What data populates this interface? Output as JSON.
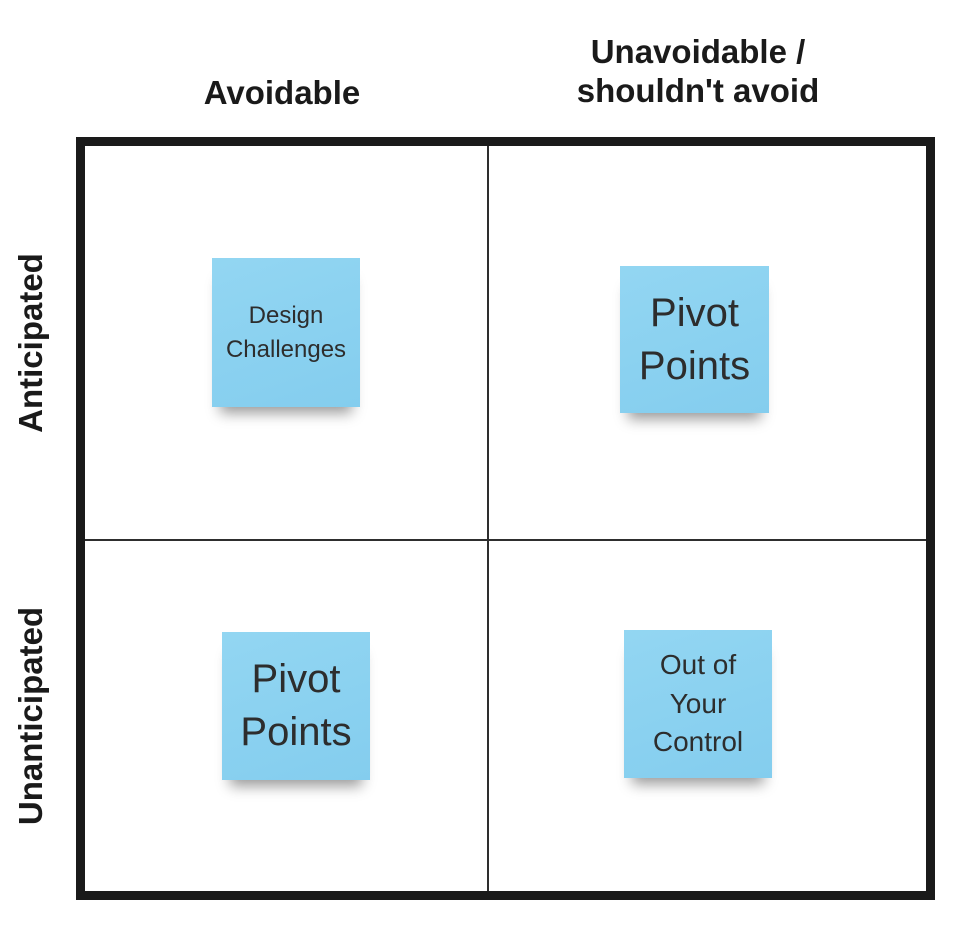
{
  "axes": {
    "col_left": "Avoidable",
    "col_right": "Unavoidable /\nshouldn't avoid",
    "row_top": "Anticipated",
    "row_bottom": "Unanticipated"
  },
  "notes": [
    {
      "quadrant": "anticipated-avoidable",
      "text": "Design\nChallenges"
    },
    {
      "quadrant": "anticipated-unavoidable",
      "text": "Pivot\nPoints"
    },
    {
      "quadrant": "unanticipated-avoidable",
      "text": "Pivot\nPoints"
    },
    {
      "quadrant": "unanticipated-unavoidable",
      "text": "Out of\nYour\nControl"
    }
  ],
  "colors": {
    "sticky_note": "#8AD1F0",
    "frame": "#1A1A1A",
    "divider": "#2E2E2E",
    "note_text": "#2D2D2D",
    "header_text": "#1A1A1A",
    "background": "#FFFFFF",
    "note_shadow": "rgba(0,0,0,0.40)"
  }
}
